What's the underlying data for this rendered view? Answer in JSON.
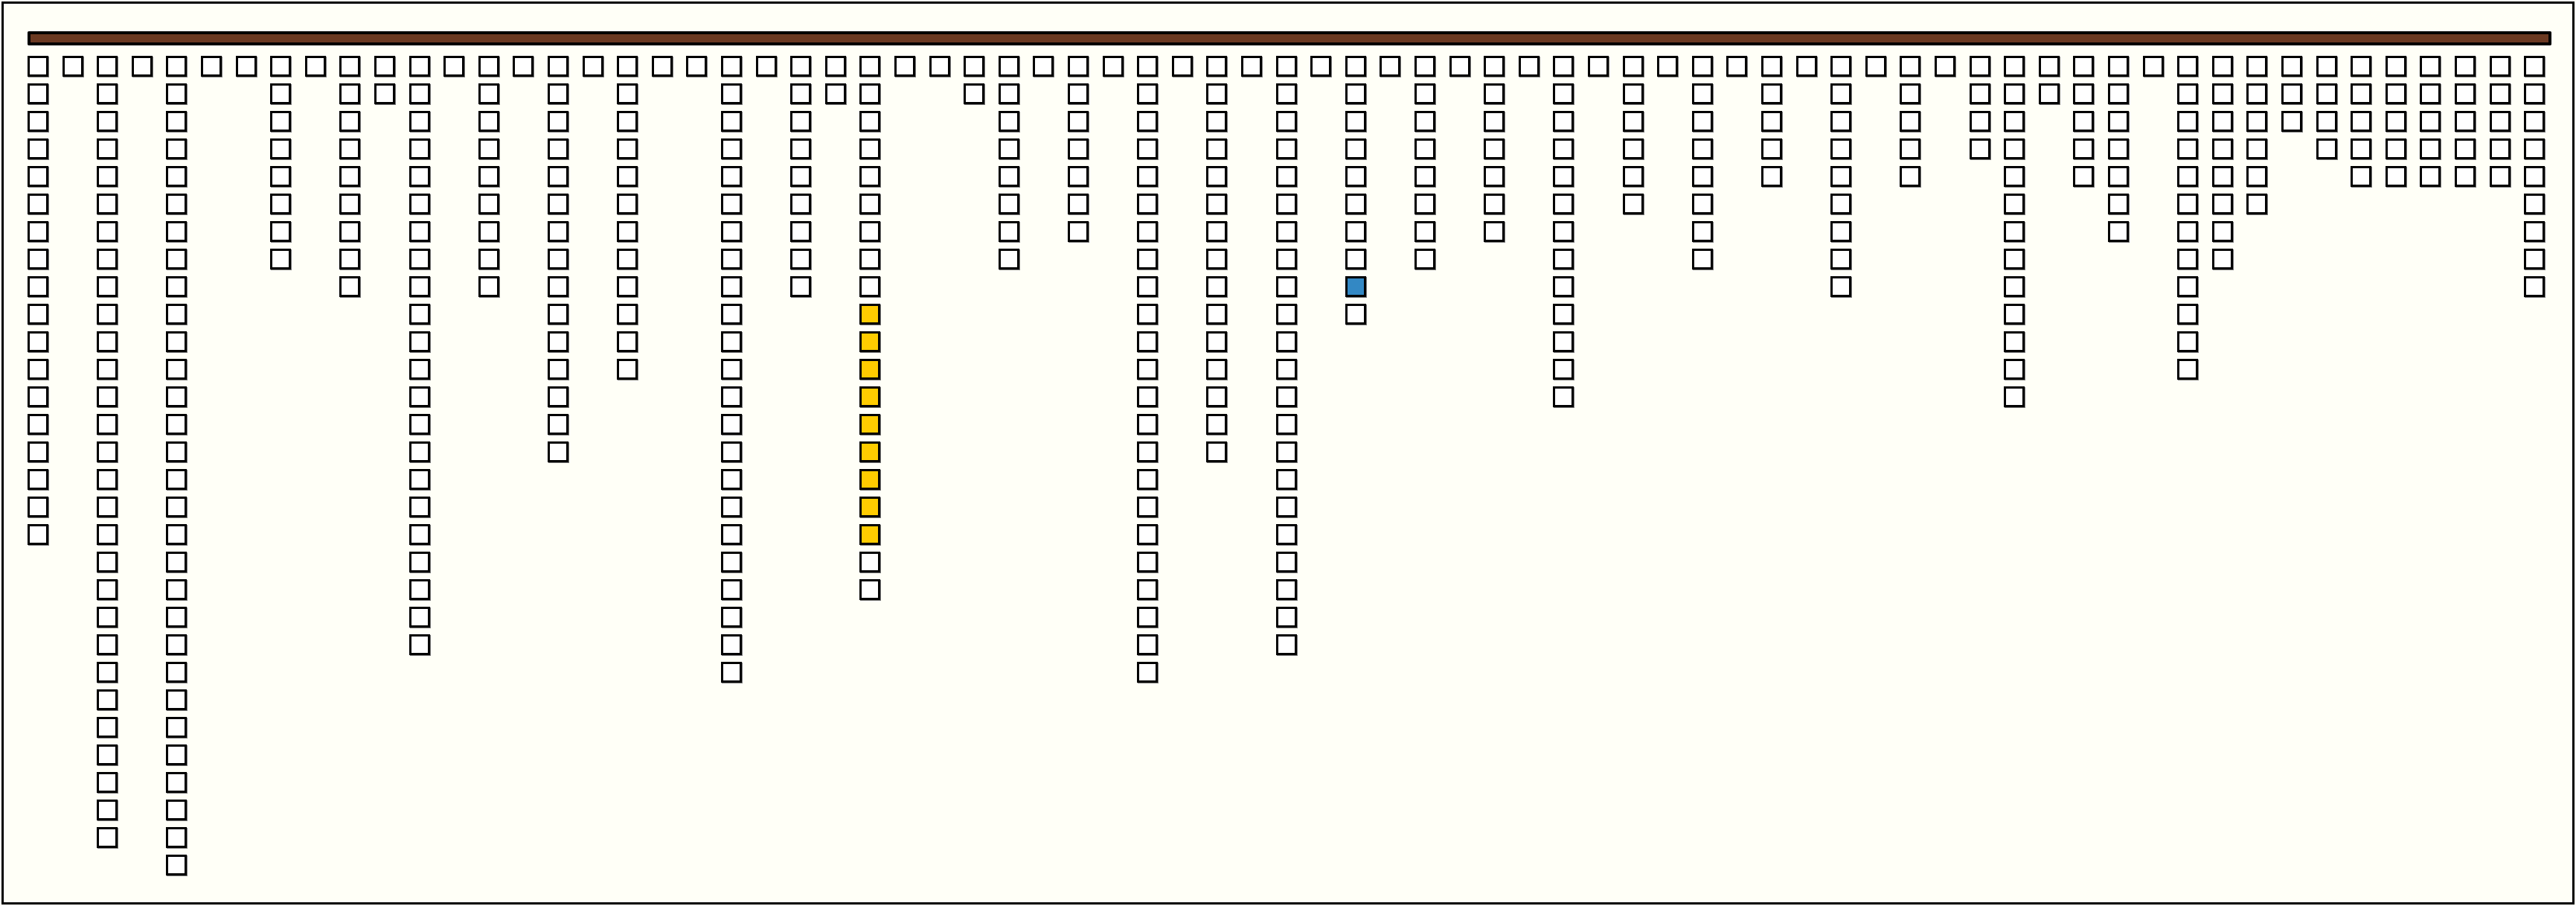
{
  "colors": {
    "background": "#fffff7",
    "bar": "#6b3922",
    "empty": "#ffffff",
    "highlight_yellow": "#ffcc00",
    "highlight_blue": "#3388c4"
  },
  "columns": [
    {
      "count": 18
    },
    {
      "count": 1
    },
    {
      "count": 29
    },
    {
      "count": 1
    },
    {
      "count": 30
    },
    {
      "count": 1
    },
    {
      "count": 1
    },
    {
      "count": 8
    },
    {
      "count": 1
    },
    {
      "count": 9
    },
    {
      "count": 2
    },
    {
      "count": 22
    },
    {
      "count": 1
    },
    {
      "count": 9
    },
    {
      "count": 1
    },
    {
      "count": 15
    },
    {
      "count": 1
    },
    {
      "count": 12
    },
    {
      "count": 1
    },
    {
      "count": 1
    },
    {
      "count": 23
    },
    {
      "count": 1
    },
    {
      "count": 9
    },
    {
      "count": 2
    },
    {
      "count": 20,
      "highlights": [
        {
          "from": 10,
          "to": 18,
          "color": "yellow"
        }
      ]
    },
    {
      "count": 1
    },
    {
      "count": 1
    },
    {
      "count": 2
    },
    {
      "count": 8
    },
    {
      "count": 1
    },
    {
      "count": 7
    },
    {
      "count": 1
    },
    {
      "count": 23
    },
    {
      "count": 1
    },
    {
      "count": 15
    },
    {
      "count": 1
    },
    {
      "count": 22
    },
    {
      "count": 1
    },
    {
      "count": 10,
      "highlights": [
        {
          "from": 9,
          "to": 9,
          "color": "blue"
        }
      ]
    },
    {
      "count": 1
    },
    {
      "count": 8
    },
    {
      "count": 1
    },
    {
      "count": 7
    },
    {
      "count": 1
    },
    {
      "count": 13
    },
    {
      "count": 1
    },
    {
      "count": 6
    },
    {
      "count": 1
    },
    {
      "count": 8
    },
    {
      "count": 1
    },
    {
      "count": 5
    },
    {
      "count": 1
    },
    {
      "count": 9
    },
    {
      "count": 1
    },
    {
      "count": 5
    },
    {
      "count": 1
    },
    {
      "count": 4
    },
    {
      "count": 13
    },
    {
      "count": 2
    },
    {
      "count": 5
    },
    {
      "count": 7
    },
    {
      "count": 1
    },
    {
      "count": 12
    },
    {
      "count": 8
    },
    {
      "count": 6
    },
    {
      "count": 3
    },
    {
      "count": 4
    },
    {
      "count": 5
    },
    {
      "count": 5
    },
    {
      "count": 5
    },
    {
      "count": 5
    },
    {
      "count": 5
    },
    {
      "count": 9
    }
  ]
}
